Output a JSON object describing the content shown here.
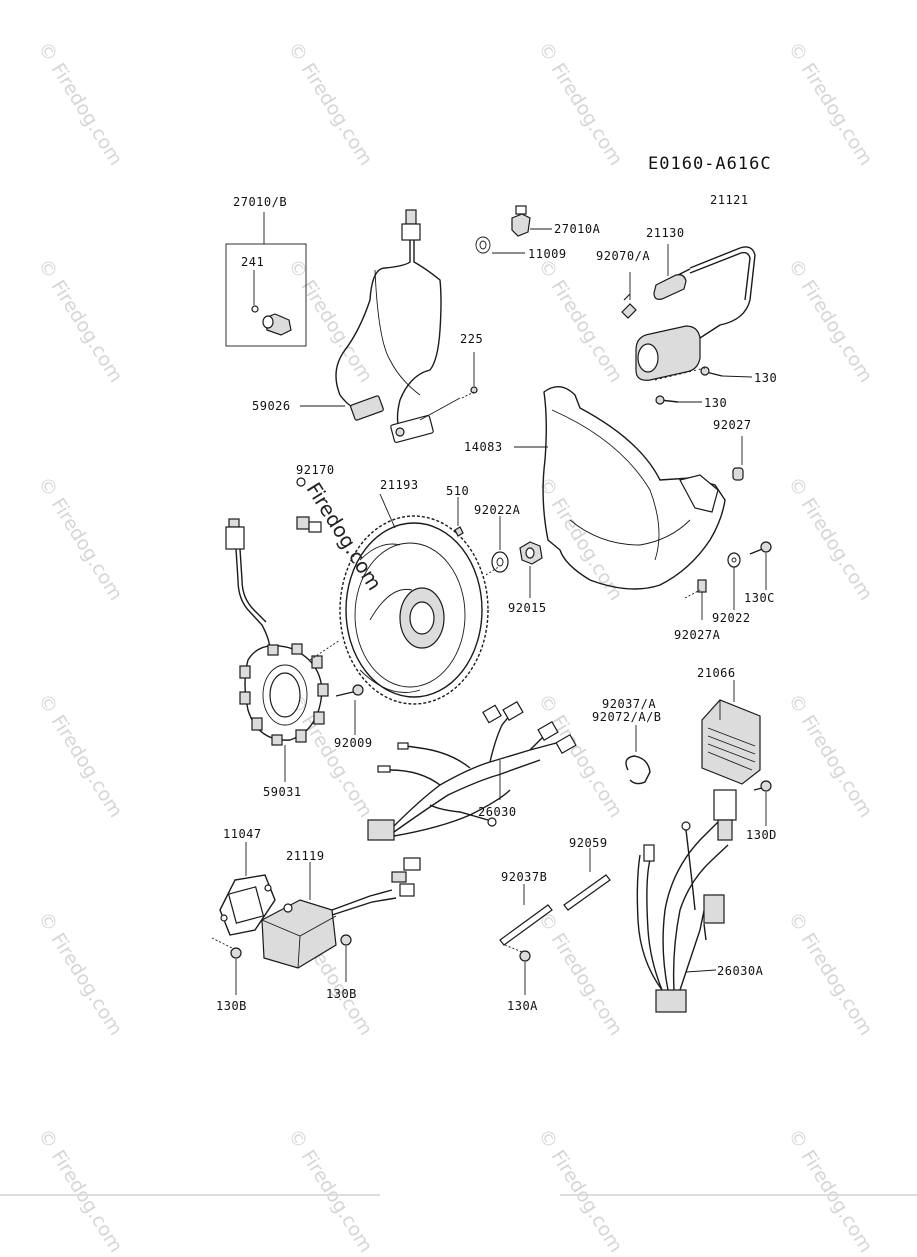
{
  "diagram_code": "E0160-A616C",
  "watermark_text": "© Firedog.com",
  "overlay_watermark": "Firedog.com",
  "parts": {
    "p27010B": "27010/B",
    "p241": "241",
    "p27010A": "27010A",
    "p11009": "11009",
    "p21130": "21130",
    "p21121": "21121",
    "p92070A": "92070/A",
    "p225": "225",
    "p130_1": "130",
    "p130_2": "130",
    "p59026": "59026",
    "p14083": "14083",
    "p92027": "92027",
    "p92170": "92170",
    "p21193": "21193",
    "p510": "510",
    "p92022A": "92022A",
    "p92015": "92015",
    "p130C": "130C",
    "p92022": "92022",
    "p92027A": "92027A",
    "p21066": "21066",
    "p92037A": "92037/A",
    "p92072AB": "92072/A/B",
    "p92009": "92009",
    "p59031": "59031",
    "p26030": "26030",
    "p130D": "130D",
    "p11047": "11047",
    "p21119": "21119",
    "p92059": "92059",
    "p92037B": "92037B",
    "p26030A": "26030A",
    "p130B_1": "130B",
    "p130B_2": "130B",
    "p130A": "130A"
  }
}
